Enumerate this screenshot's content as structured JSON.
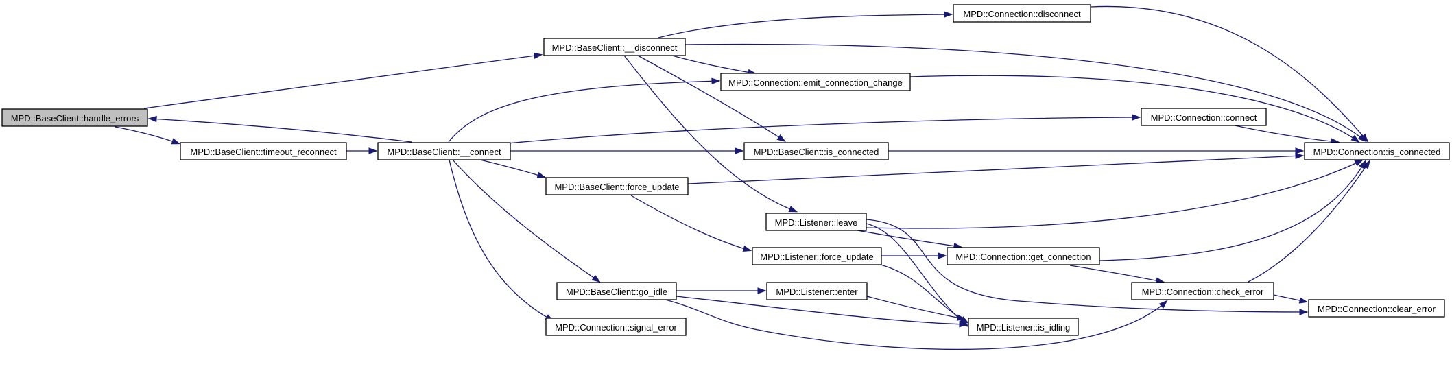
{
  "graph": {
    "nodes": [
      {
        "id": "handle_errors",
        "label": "MPD::BaseClient::handle_errors",
        "root": true
      },
      {
        "id": "timeout_reconnect",
        "label": "MPD::BaseClient::timeout_reconnect"
      },
      {
        "id": "bc_connect",
        "label": "MPD::BaseClient::__connect"
      },
      {
        "id": "bc_disconnect",
        "label": "MPD::BaseClient::__disconnect"
      },
      {
        "id": "bc_force_update",
        "label": "MPD::BaseClient::force_update"
      },
      {
        "id": "bc_go_idle",
        "label": "MPD::BaseClient::go_idle"
      },
      {
        "id": "conn_signal_error",
        "label": "MPD::Connection::signal_error"
      },
      {
        "id": "conn_disconnect",
        "label": "MPD::Connection::disconnect"
      },
      {
        "id": "conn_emit",
        "label": "MPD::Connection::emit_connection_change"
      },
      {
        "id": "bc_is_connected",
        "label": "MPD::BaseClient::is_connected"
      },
      {
        "id": "l_leave",
        "label": "MPD::Listener::leave"
      },
      {
        "id": "l_force_update",
        "label": "MPD::Listener::force_update"
      },
      {
        "id": "l_enter",
        "label": "MPD::Listener::enter"
      },
      {
        "id": "conn_connect",
        "label": "MPD::Connection::connect"
      },
      {
        "id": "conn_get_connection",
        "label": "MPD::Connection::get_connection"
      },
      {
        "id": "l_is_idling",
        "label": "MPD::Listener::is_idling"
      },
      {
        "id": "conn_check_error",
        "label": "MPD::Connection::check_error"
      },
      {
        "id": "conn_is_connected",
        "label": "MPD::Connection::is_connected"
      },
      {
        "id": "conn_clear_error",
        "label": "MPD::Connection::clear_error"
      }
    ],
    "edges": [
      {
        "from": "handle_errors",
        "to": "bc_disconnect"
      },
      {
        "from": "handle_errors",
        "to": "timeout_reconnect"
      },
      {
        "from": "timeout_reconnect",
        "to": "bc_connect"
      },
      {
        "from": "bc_connect",
        "to": "handle_errors"
      },
      {
        "from": "bc_connect",
        "to": "conn_emit"
      },
      {
        "from": "bc_connect",
        "to": "conn_connect"
      },
      {
        "from": "bc_connect",
        "to": "bc_is_connected"
      },
      {
        "from": "bc_connect",
        "to": "bc_force_update"
      },
      {
        "from": "bc_connect",
        "to": "bc_go_idle"
      },
      {
        "from": "bc_connect",
        "to": "conn_signal_error"
      },
      {
        "from": "bc_disconnect",
        "to": "conn_disconnect"
      },
      {
        "from": "bc_disconnect",
        "to": "conn_is_connected"
      },
      {
        "from": "bc_disconnect",
        "to": "conn_emit"
      },
      {
        "from": "bc_disconnect",
        "to": "bc_is_connected"
      },
      {
        "from": "bc_disconnect",
        "to": "l_leave"
      },
      {
        "from": "conn_disconnect",
        "to": "conn_is_connected"
      },
      {
        "from": "conn_emit",
        "to": "conn_is_connected"
      },
      {
        "from": "conn_connect",
        "to": "conn_is_connected"
      },
      {
        "from": "bc_is_connected",
        "to": "conn_is_connected"
      },
      {
        "from": "bc_force_update",
        "to": "conn_is_connected"
      },
      {
        "from": "bc_force_update",
        "to": "l_force_update"
      },
      {
        "from": "l_leave",
        "to": "conn_is_connected"
      },
      {
        "from": "l_leave",
        "to": "conn_get_connection"
      },
      {
        "from": "l_leave",
        "to": "l_is_idling"
      },
      {
        "from": "l_leave",
        "to": "conn_clear_error"
      },
      {
        "from": "l_force_update",
        "to": "conn_get_connection"
      },
      {
        "from": "l_force_update",
        "to": "l_is_idling"
      },
      {
        "from": "bc_go_idle",
        "to": "l_enter"
      },
      {
        "from": "bc_go_idle",
        "to": "l_is_idling"
      },
      {
        "from": "bc_go_idle",
        "to": "conn_check_error"
      },
      {
        "from": "l_enter",
        "to": "l_is_idling"
      },
      {
        "from": "conn_get_connection",
        "to": "conn_is_connected"
      },
      {
        "from": "conn_get_connection",
        "to": "conn_check_error"
      },
      {
        "from": "conn_check_error",
        "to": "conn_is_connected"
      },
      {
        "from": "conn_check_error",
        "to": "conn_clear_error"
      }
    ]
  },
  "colors": {
    "edge": "#191970",
    "node_fill": "#ffffff",
    "root_fill": "#bfbfbf",
    "border": "#000000"
  }
}
